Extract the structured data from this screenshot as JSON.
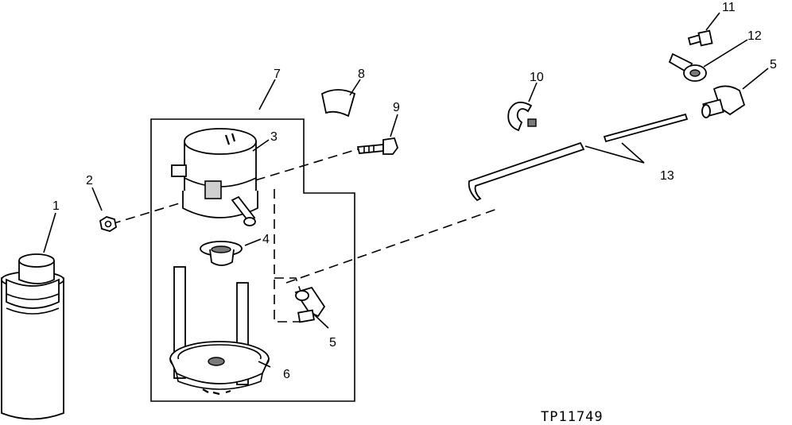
{
  "figure_id": "TP11749",
  "callouts": [
    {
      "id": "c1",
      "text": "1"
    },
    {
      "id": "c2",
      "text": "2"
    },
    {
      "id": "c3",
      "text": "3"
    },
    {
      "id": "c4",
      "text": "4"
    },
    {
      "id": "c5a",
      "text": "5"
    },
    {
      "id": "c5b",
      "text": "5"
    },
    {
      "id": "c6",
      "text": "6"
    },
    {
      "id": "c7",
      "text": "7"
    },
    {
      "id": "c8",
      "text": "8"
    },
    {
      "id": "c9",
      "text": "9"
    },
    {
      "id": "c10",
      "text": "10"
    },
    {
      "id": "c11",
      "text": "11"
    },
    {
      "id": "c12",
      "text": "12"
    },
    {
      "id": "c13",
      "text": "13"
    }
  ]
}
